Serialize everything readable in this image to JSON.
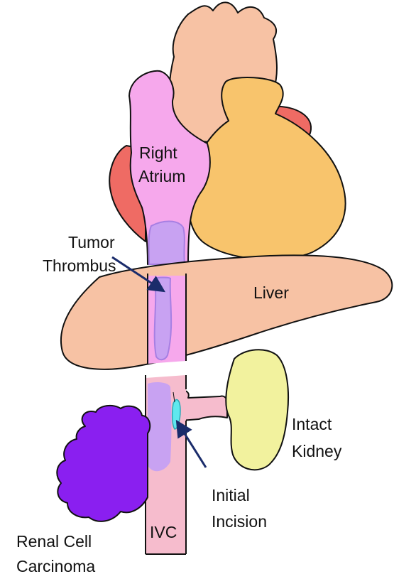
{
  "labels": {
    "right_atrium_line1": "Right",
    "right_atrium_line2": "Atrium",
    "tumor_thrombus_line1": "Tumor",
    "tumor_thrombus_line2": "Thrombus",
    "liver": "Liver",
    "intact_kidney_line1": "Intact",
    "intact_kidney_line2": "Kidney",
    "initial_incision_line1": "Initial",
    "initial_incision_line2": "Incision",
    "ivc": "IVC",
    "renal_cell_carcinoma_line1": "Renal Cell",
    "renal_cell_carcinoma_line2": "Carcinoma"
  },
  "colors": {
    "heart": "#f7c2a4",
    "ventricle": "#f8c46c",
    "red_appendage": "#ef6b64",
    "atrium_ivc": "#f6a8ec",
    "thrombus": "#c8a2f2",
    "liver": "#f7c2a4",
    "kidney": "#f2f29e",
    "renal_vein": "#f6bccd",
    "carcinoma": "#8a1ff0",
    "incision": "#5fe8ee",
    "arrow": "#1a2c6b"
  }
}
